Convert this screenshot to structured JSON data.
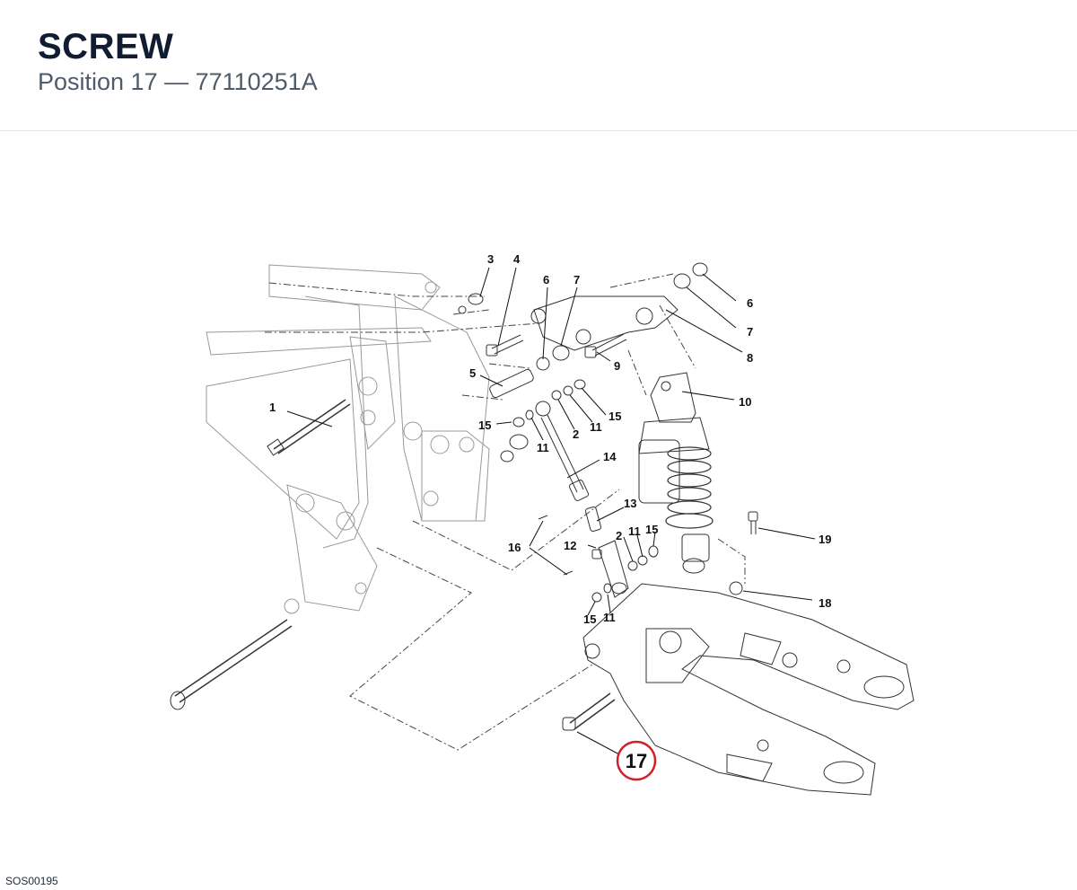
{
  "header": {
    "title": "SCREW",
    "subtitle": "Position 17 — 77110251A"
  },
  "diagram": {
    "highlighted_callout": "17",
    "highlight_color": "#d0202a",
    "callouts": [
      "1",
      "2",
      "2",
      "3",
      "4",
      "5",
      "6",
      "6",
      "7",
      "7",
      "8",
      "9",
      "10",
      "11",
      "11",
      "11",
      "11",
      "12",
      "13",
      "14",
      "15",
      "15",
      "15",
      "15",
      "16",
      "17",
      "18",
      "19"
    ]
  },
  "footer": {
    "code": "SOS00195"
  }
}
